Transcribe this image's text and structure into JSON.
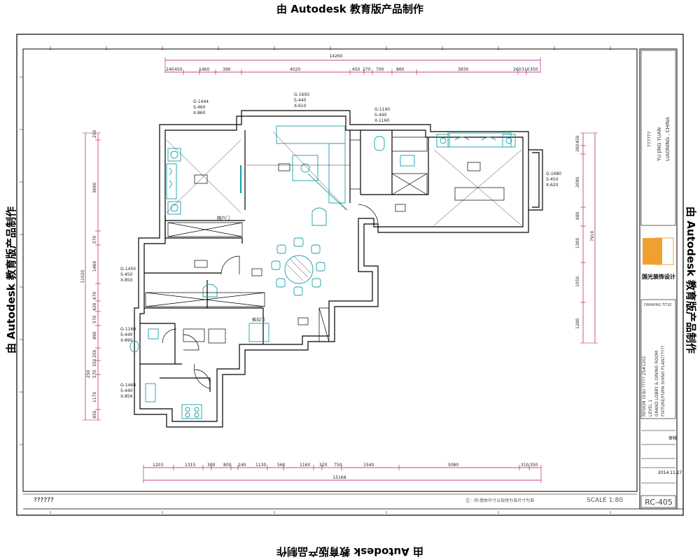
{
  "watermark": {
    "text": "由 Autodesk 教育版产品制作"
  },
  "plan": {
    "dim_top_total": "14260",
    "dim_top_segments": [
      "240",
      "450",
      "1460",
      "390",
      "4020",
      "450",
      "270",
      "700",
      "860",
      "3830",
      "260",
      "310",
      "350"
    ],
    "dim_bottom_total": "15168",
    "dim_bottom_segments": [
      "1203",
      "1315",
      "300",
      "800",
      "240",
      "1130",
      "560",
      "1160",
      "320",
      "750",
      "1540",
      "5080",
      "310",
      "350"
    ],
    "dim_left_total": "11020",
    "dim_left_segments": [
      "250",
      "3690",
      "570",
      "1460",
      "670",
      "420",
      "570",
      "890",
      "250",
      "350",
      "570",
      "250",
      "1170",
      "450"
    ],
    "dim_right_total": "7910",
    "dim_right_segments": [
      "450",
      "260",
      "2090",
      "680",
      "1300",
      "1050",
      "1280"
    ],
    "room_tags": [
      {
        "lines": [
          "G-1444",
          "S-460",
          "X-860"
        ]
      },
      {
        "lines": [
          "G-1693",
          "S-440",
          "X-610"
        ]
      },
      {
        "lines": [
          "G-1140",
          "S-440",
          "X-1160"
        ]
      },
      {
        "lines": [
          "G-1680",
          "S-450",
          "X-620"
        ]
      },
      {
        "lines": [
          "G-1450",
          "S-450",
          "X-850"
        ]
      },
      {
        "lines": [
          "G-1160",
          "S-440",
          "X-890"
        ]
      },
      {
        "lines": [
          "G-1468",
          "S-440",
          "X-856"
        ]
      }
    ],
    "door_labels": [
      "隔户门",
      "推拉门"
    ],
    "footer_left": "??????",
    "footer_note": "注：闭-墙体尺寸以现场为准尺寸为准",
    "scale": "SCALE  1:80"
  },
  "title_block": {
    "vertical_text": [
      "??????",
      "YU JING YUAN",
      "LIAONING , CHINA"
    ],
    "logo_caption": "国光装饰设计",
    "drawing_title_label": "DRAWING TITLE",
    "project_lines": [
      "RESIGN (d-b) ?????  25#1201",
      "LEVEL 1",
      "GRAND LOBBY & DINING ROOM",
      "FIXTURE/FURN SHING PLAN??????"
    ],
    "signature_label": "审核",
    "date": "2014.11.27",
    "drawing_number": "RC-405"
  },
  "colors": {
    "magenta": "#c0006a",
    "cyan": "#14a0a8",
    "logo_orange": "#f0a030"
  }
}
